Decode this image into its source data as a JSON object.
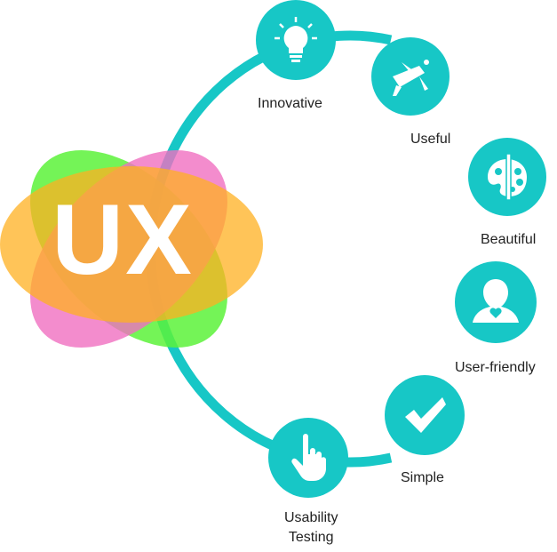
{
  "center": {
    "label": "UX"
  },
  "colors": {
    "accent": "#17c7c6",
    "green": "#5cf23a",
    "pink": "#f06fc0",
    "orange": "#ffb030"
  },
  "items": [
    {
      "label": "Innovative",
      "icon": "lightbulb-icon"
    },
    {
      "label": "Useful",
      "icon": "swiss-knife-icon"
    },
    {
      "label": "Beautiful",
      "icon": "palette-icon"
    },
    {
      "label": "User-friendly",
      "icon": "user-heart-icon"
    },
    {
      "label": "Simple",
      "icon": "checkmark-icon"
    },
    {
      "label": "Usability\nTesting",
      "icon": "pointing-hand-icon"
    }
  ]
}
